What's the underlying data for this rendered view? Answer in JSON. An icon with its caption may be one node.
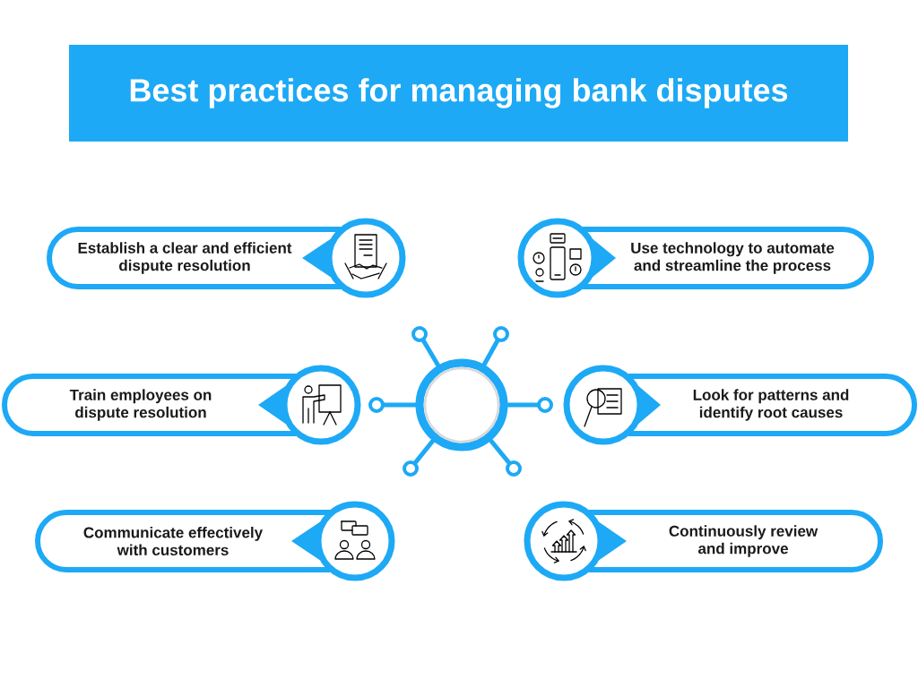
{
  "diagram": {
    "title": "Best practices for managing bank disputes",
    "nodes": [
      {
        "text": [
          "Establish a clear and efficient dispute resolution"
        ]
      },
      {
        "text": [
          "Use technology to automate and streamline the process"
        ]
      },
      {
        "text": [
          "Train employees on dispute resolution"
        ]
      },
      {
        "text": [
          "Look for patterns and identify root causes"
        ]
      },
      {
        "text": [
          "Communicate effectively with customers"
        ]
      },
      {
        "text": [
          "Continuously review and improve"
        ]
      }
    ]
  }
}
